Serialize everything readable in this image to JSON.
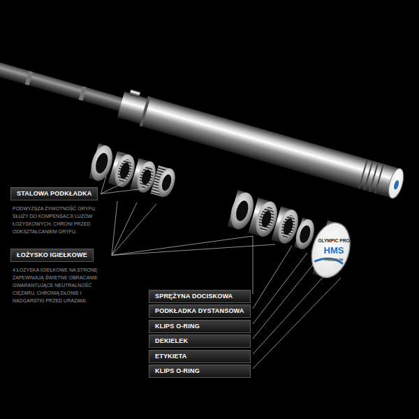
{
  "diagram": {
    "nodes": [
      {
        "text": [
          "STALOWA PODKŁADKA",
          "PODWYŻSZA ŻYWOTNOŚĆ GRYFU, SŁUŻY DO KOMPENSACJI LUZÓW ŁOŻYSKOWYCH, CHRONI PRZED ODKSZTAŁCANIEM GRYFU."
        ]
      },
      {
        "text": [
          "ŁOŻYSKO IGIEŁKOWE",
          "4 ŁOŻYSKA IGIEŁKOWE NA STRONĘ ZAPEWNIAJĄ ŚWIETNE OBRACANIE GWARANTUJĄCE NEUTRALNOŚĆ CIĘŻARU, CHRONIĄ DŁONIE I NADGARSTKI PRZED URAZAMI."
        ]
      },
      {
        "text": [
          "SPRĘŻYNA DOCISKOWA"
        ]
      },
      {
        "text": [
          "PODKŁADKA DYSTANSOWA"
        ]
      },
      {
        "text": [
          "KLIPS O-RING"
        ]
      },
      {
        "text": [
          "DEKIELEK"
        ]
      },
      {
        "text": [
          "ETYKIETA"
        ]
      },
      {
        "text": [
          "KLIPS O-RING"
        ]
      }
    ],
    "labels": [
      "OLYMPIC PRO",
      "HMS",
      "PREMIUM"
    ]
  }
}
